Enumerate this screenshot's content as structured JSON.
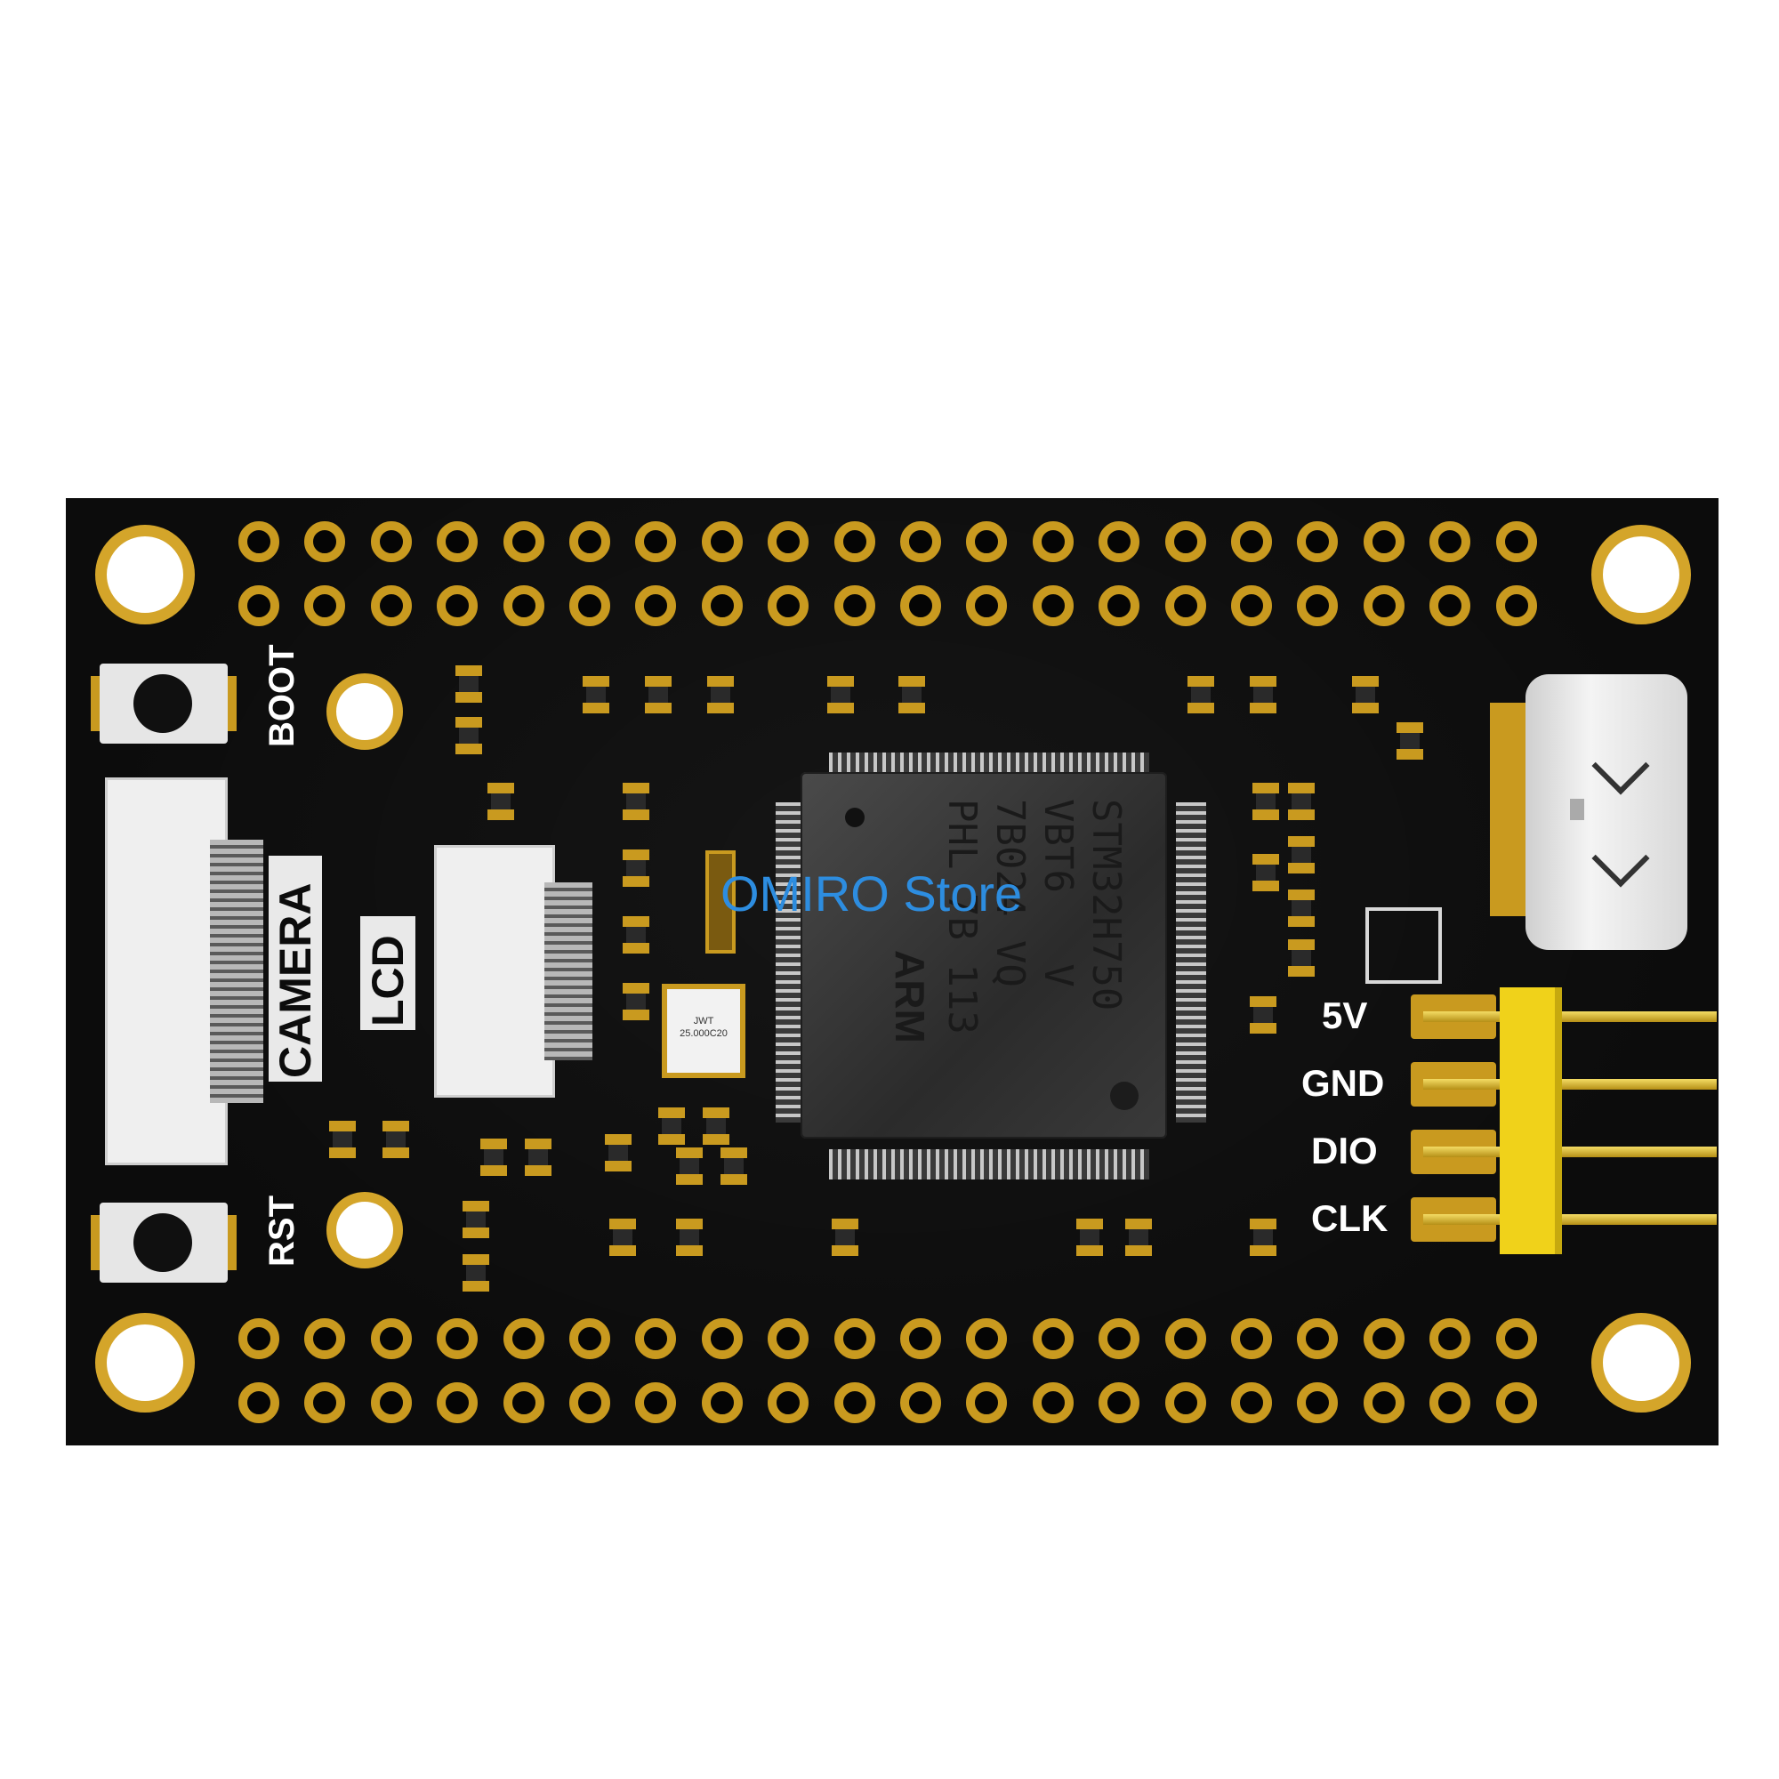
{
  "board": {
    "silkscreen": {
      "boot": "BOOT",
      "rst": "RST",
      "camera": "CAMERA",
      "lcd": "LCD",
      "pin_5v": "5V",
      "pin_gnd": "GND",
      "pin_dio": "DIO",
      "pin_clk": "CLK"
    },
    "mcu": {
      "line1": "STM32H750",
      "line2": "VBT6   V",
      "line3": "7B024 VQ",
      "line4": "PHL 7B 113",
      "brand": "ARM"
    },
    "crystal": {
      "line1": "JWT",
      "line2": "25.000C20"
    },
    "watermark": "OMIRO Store",
    "colors": {
      "pcb": "#0c0c0c",
      "gold": "#c99a1f",
      "header": "#f0d21a"
    }
  }
}
